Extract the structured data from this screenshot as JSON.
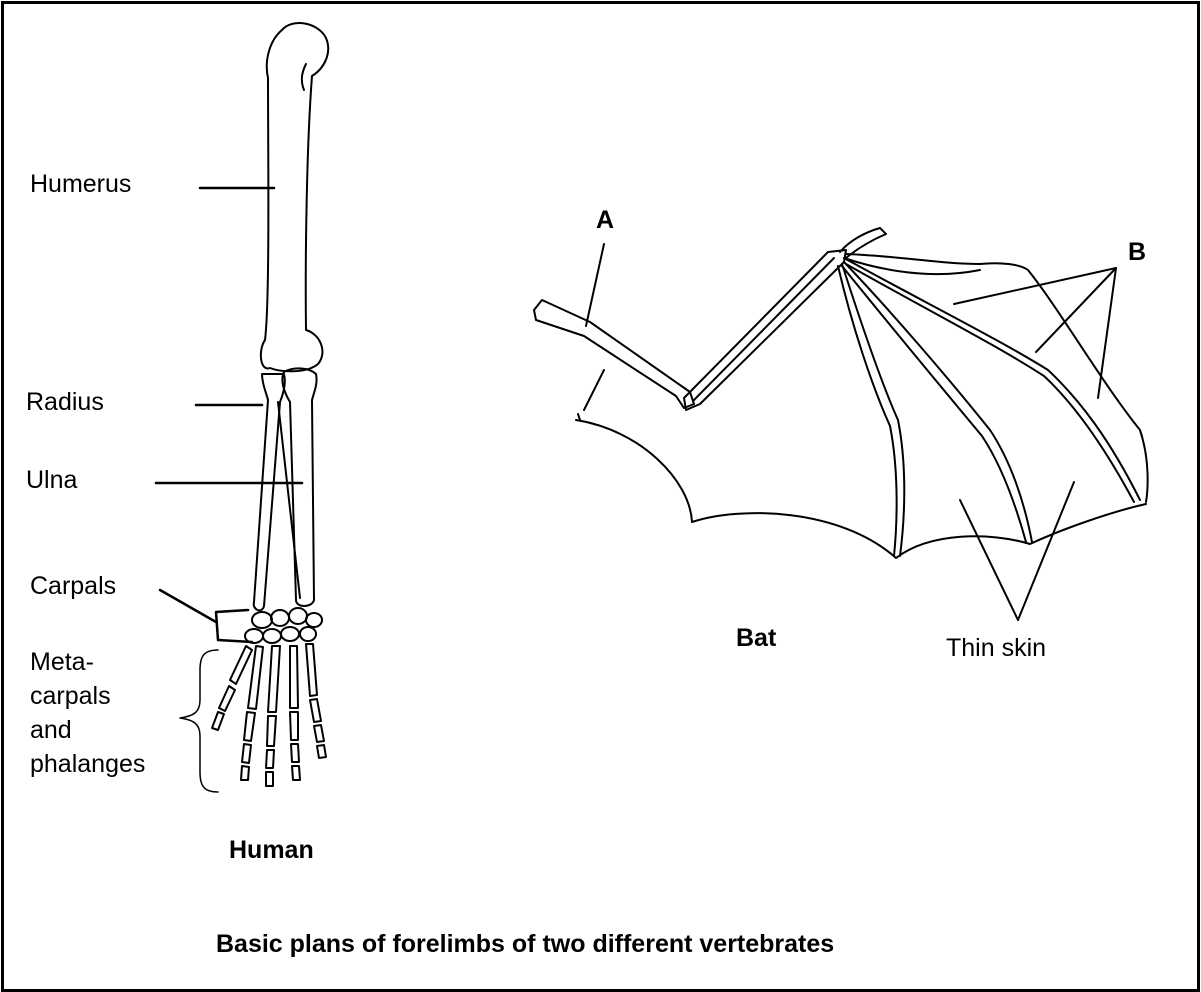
{
  "human": {
    "title": "Human",
    "labels": {
      "humerus": "Humerus",
      "radius": "Radius",
      "ulna": "Ulna",
      "carpals": "Carpals",
      "meta_line1": "Meta-",
      "meta_line2": "carpals",
      "meta_line3": "and",
      "meta_line4": "phalanges"
    }
  },
  "bat": {
    "title": "Bat",
    "labels": {
      "a": "A",
      "b": "B",
      "thin_skin": "Thin skin"
    }
  },
  "caption": "Basic plans of forelimbs of two different vertebrates",
  "colors": {
    "line": "#000000",
    "background": "#ffffff"
  }
}
